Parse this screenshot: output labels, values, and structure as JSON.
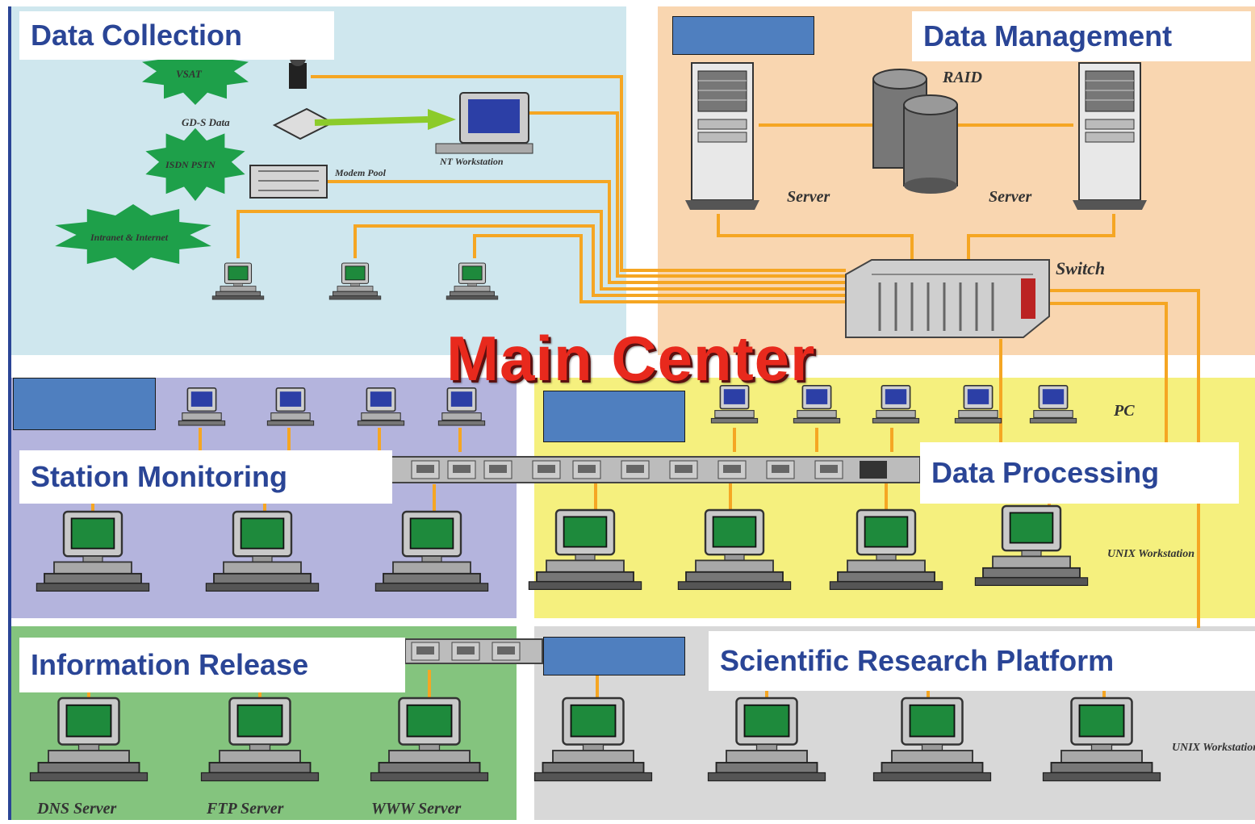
{
  "sections": {
    "data_collection": "Data Collection",
    "data_management": "Data Management",
    "station_monitoring": "Station Monitoring",
    "data_processing": "Data Processing",
    "information_release": "Information Release",
    "scientific_research": "Scientific Research Platform"
  },
  "center_label": "Main Center",
  "small_labels": {
    "vsat": "VSAT",
    "gd_data": "GD-S Data",
    "isdn_pstn": "ISDN PSTN",
    "modem_pool": "Modem Pool",
    "intranet": "Intranet & Internet",
    "nt_workstation": "NT Workstation",
    "raid": "RAID",
    "server_left": "Server",
    "server_right": "Server",
    "switch": "Switch",
    "pc": "PC",
    "unix_ws_1": "UNIX Workstation",
    "unix_ws_2": "UNIX Workstation",
    "dns_server": "DNS Server",
    "ftp_server": "FTP Server",
    "www_server": "WWW Server"
  },
  "colors": {
    "collection_bg": "#cfe7ee",
    "management_bg": "#f9d6b0",
    "monitoring_bg": "#b4b4dd",
    "processing_bg": "#f5f07e",
    "release_bg": "#84c47e",
    "research_bg": "#d8d8d8",
    "cable": "#f5a623",
    "title_text": "#2a4596",
    "center_text": "#e8291d",
    "redaction_box": "#4f7fbf"
  }
}
